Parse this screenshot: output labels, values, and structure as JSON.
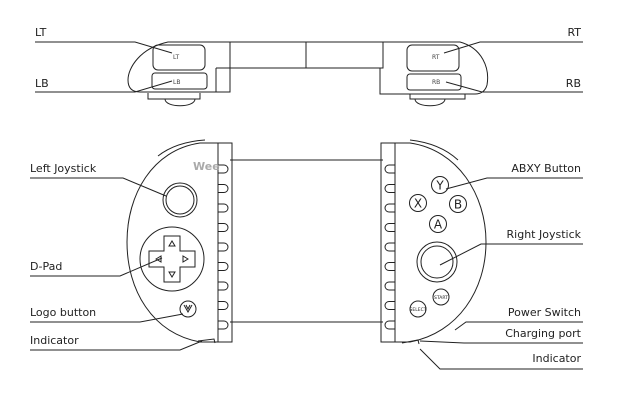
{
  "top_view": {
    "labels": {
      "lt": "LT",
      "lb": "LB",
      "rt": "RT",
      "rb": "RB"
    },
    "button_marks": {
      "lt": "LT",
      "lb": "LB",
      "rt": "RT",
      "rb": "RB"
    }
  },
  "front_view": {
    "logo": "Wee",
    "left_labels": {
      "left_joystick": "Left Joystick",
      "dpad": "D-Pad",
      "logo_button": "Logo button",
      "indicator": "Indicator"
    },
    "right_labels": {
      "abxy": "ABXY Button",
      "right_joystick": "Right Joystick",
      "power_switch": "Power Switch",
      "charging_port": "Charging port",
      "indicator": "Indicator"
    },
    "face_buttons": {
      "y": "Y",
      "x": "X",
      "b": "B",
      "a": "A"
    },
    "small_buttons": {
      "select": "SELECT",
      "start": "START"
    }
  }
}
